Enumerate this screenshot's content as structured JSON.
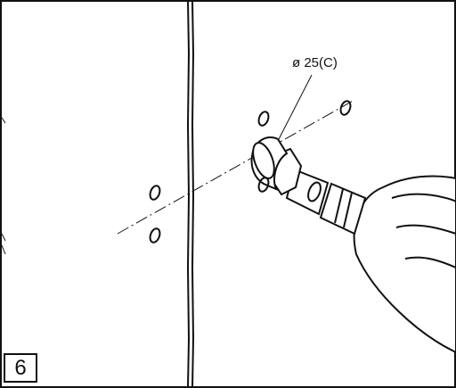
{
  "step": {
    "number": "6"
  },
  "callout": {
    "text": "ø 25(C)"
  },
  "holes": {
    "left_upper": "o",
    "left_lower": "o",
    "right_upper": "o",
    "right_far": "o",
    "right_lower": "o"
  },
  "colors": {
    "line": "#111111",
    "background": "#ffffff"
  }
}
